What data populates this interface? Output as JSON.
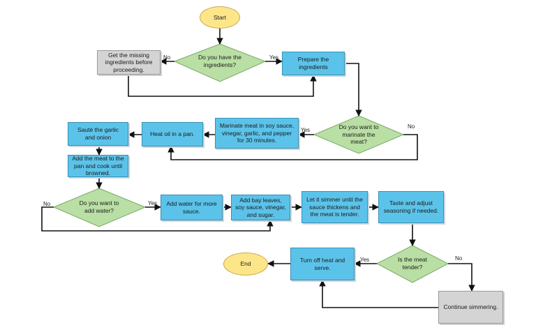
{
  "start": "Start",
  "end": "End",
  "have_ingredients": "Do you have the ingredients?",
  "get_missing": "Get the missing ingredients before proceeding.",
  "prepare": "Prepare the ingredients",
  "want_marinate": "Do you want to marinate the meat?",
  "marinate": "Marinate meat in soy sauce, vinegar, garlic, and pepper for 30 minutes.",
  "heat_oil": "Heat oil in a pan.",
  "saute": "Sauté the garlic and onion",
  "add_meat": "Add the meat to the pan and cook until browned.",
  "want_water": "Do you want to add water?",
  "add_water": "Add water for more sauce.",
  "add_bay": "Add bay leaves, soy sauce, vinegar, and sugar.",
  "simmer": "Let it simmer until the sauce thickens and the meat is tender.",
  "taste": "Taste and adjust seasoning if needed.",
  "is_tender": "Is the meat tender?",
  "turn_off": "Turn off heat and serve.",
  "continue": "Continue simmering.",
  "yes": "Yes",
  "no": "No",
  "colors": {
    "process": "#5bc3ea",
    "decision": "#b9dfa4",
    "terminal": "#fde68a",
    "gray": "#d4d4d4",
    "arrow": "#111111"
  }
}
